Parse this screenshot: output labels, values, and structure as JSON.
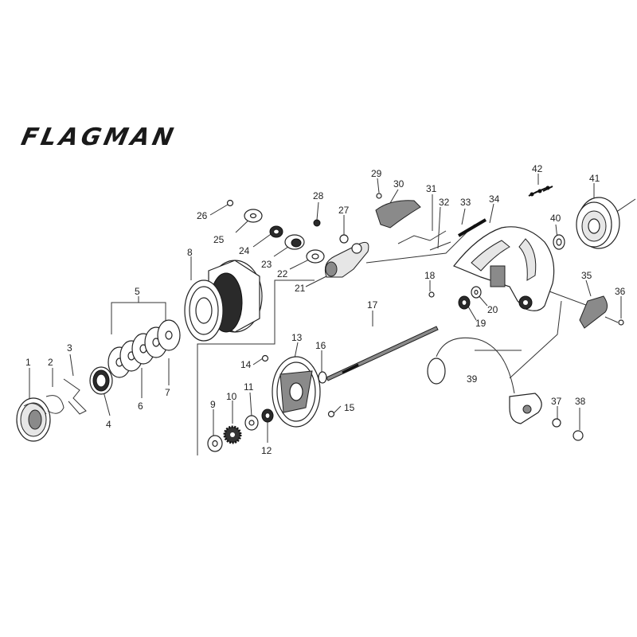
{
  "brand": "FLAGMAN",
  "callouts": [
    "1",
    "2",
    "3",
    "4",
    "5",
    "6",
    "7",
    "8",
    "9",
    "10",
    "11",
    "12",
    "13",
    "14",
    "15",
    "16",
    "17",
    "18",
    "19",
    "20",
    "21",
    "22",
    "23",
    "24",
    "25",
    "26",
    "27",
    "28",
    "29",
    "30",
    "31",
    "32",
    "33",
    "34",
    "35",
    "36",
    "37",
    "38",
    "39",
    "40",
    "41",
    "42"
  ]
}
